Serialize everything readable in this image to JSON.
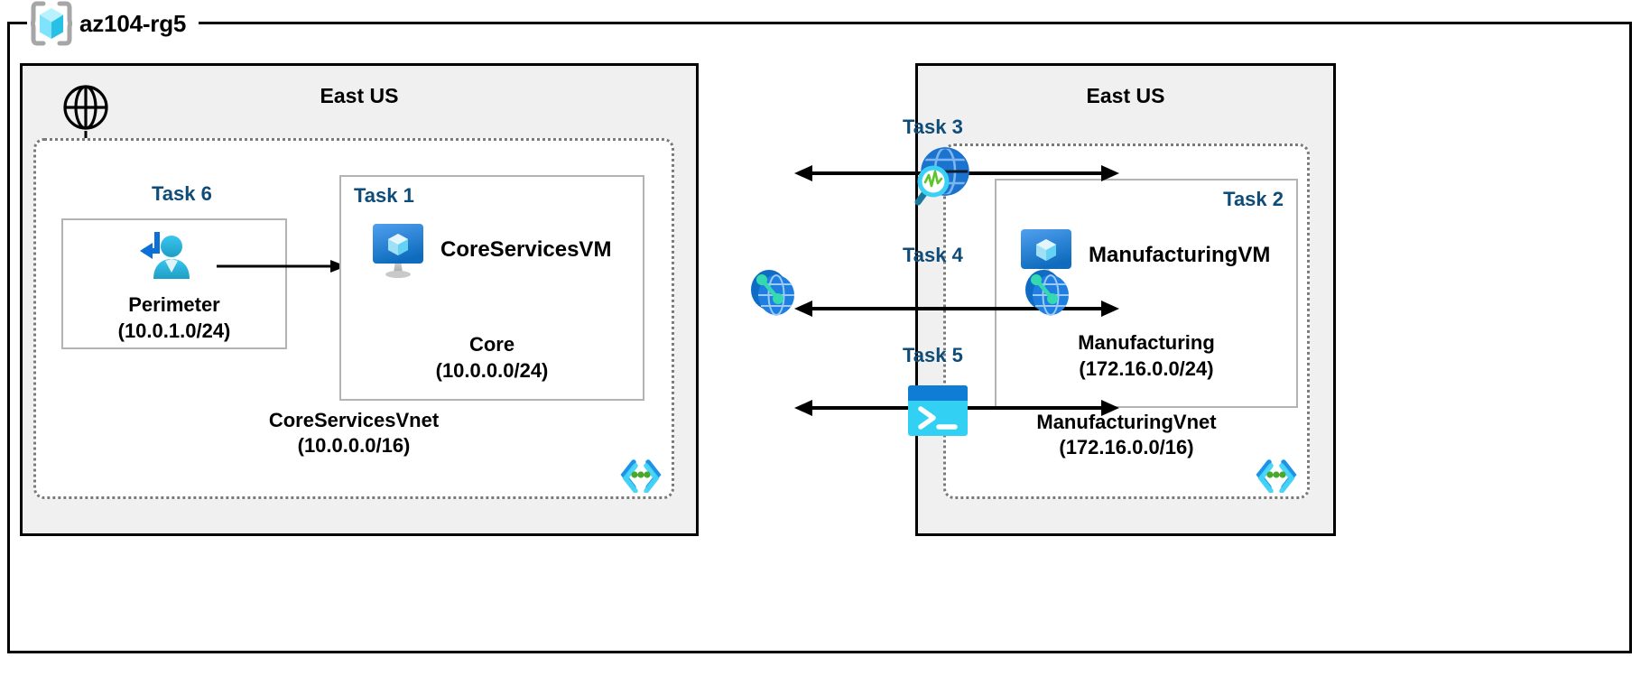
{
  "resource_group": {
    "name": "az104-rg5",
    "icon": "resource-group-cube-icon"
  },
  "regions": [
    {
      "id": "left",
      "title": "East US",
      "vnet": {
        "name": "CoreServicesVnet",
        "cidr": "(10.0.0.0/16)",
        "icon": "virtual-network-icon"
      },
      "subnets": [
        {
          "id": "perimeter",
          "task": "Task 6",
          "name": "Perimeter",
          "cidr": "(10.0.1.0/24)",
          "icon": "user-login-icon"
        },
        {
          "id": "core",
          "task": "Task 1",
          "name": "Core",
          "cidr": "(10.0.0.0/24)",
          "vm": "CoreServicesVM",
          "vm_icon": "virtual-machine-icon"
        }
      ],
      "internet_icon": "internet-globe-icon"
    },
    {
      "id": "right",
      "title": "East US",
      "vnet": {
        "name": "ManufacturingVnet",
        "cidr": "(172.16.0.0/16)",
        "icon": "virtual-network-icon"
      },
      "subnets": [
        {
          "id": "manufacturing",
          "task": "Task 2",
          "name": "Manufacturing",
          "cidr": "(172.16.0.0/24)",
          "vm": "ManufacturingVM",
          "vm_icon": "virtual-machine-icon"
        }
      ]
    }
  ],
  "connections": [
    {
      "id": "task3",
      "label": "Task 3",
      "icon": "network-watcher-icon",
      "direction": "bidirectional"
    },
    {
      "id": "task4",
      "label": "Task 4",
      "icon": "none",
      "direction": "bidirectional"
    },
    {
      "id": "task5",
      "label": "Task 5",
      "icon": "cloud-shell-icon",
      "direction": "bidirectional"
    }
  ],
  "peerings": [
    {
      "id": "peering-left",
      "icon": "vnet-peering-icon"
    },
    {
      "id": "peering-right",
      "icon": "vnet-peering-icon"
    }
  ],
  "colors": {
    "task_label": "#0f4c78",
    "region_fill": "#f0f0f0",
    "border": "#000000",
    "vnet_dotted": "#7a7a7a",
    "subnet_border": "#b3b3b3",
    "azure_blue": "#0078d4",
    "cyan": "#32c5f4",
    "green": "#4caf2f"
  }
}
